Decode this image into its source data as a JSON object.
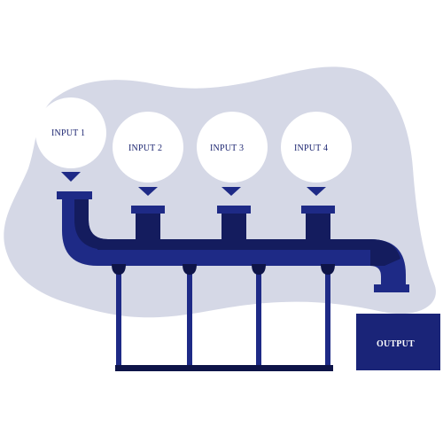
{
  "inputs": [
    {
      "label": "INPUT 1"
    },
    {
      "label": "INPUT 2"
    },
    {
      "label": "INPUT 3"
    },
    {
      "label": "INPUT 4"
    }
  ],
  "output": {
    "label": "OUTPUT"
  },
  "colors": {
    "blob": "#d5d8e6",
    "pipe": "#1e2a86",
    "pipe_dark": "#141c5e",
    "pipe_shadow": "#0e1448",
    "output_box": "#1a2478",
    "bubble_fill": "#ffffff",
    "label_text": "#1b2470"
  }
}
